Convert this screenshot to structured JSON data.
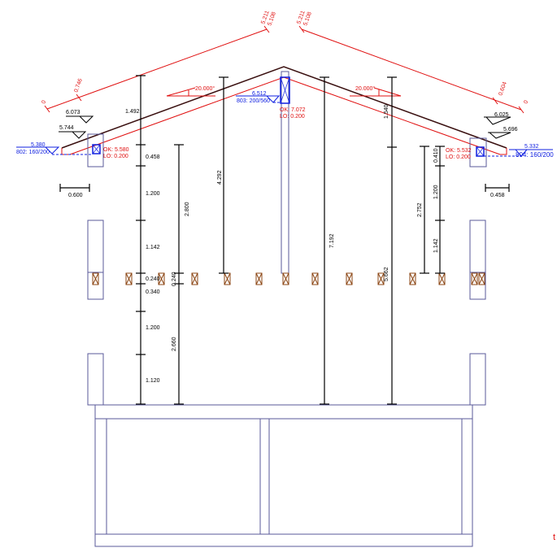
{
  "drawing": {
    "colors": {
      "roof": "#3a1010",
      "dim_red": "#e01010",
      "level_blue": "#1020e0",
      "frame": "#5a5a9a",
      "member": "#8b4513"
    },
    "roof_angle_left": "20.000°",
    "roof_angle_right": "20.000°",
    "top_dims_left": {
      "zero": "0",
      "a": "0.746",
      "b": "5.211",
      "c": "5.108"
    },
    "top_dims_right": {
      "zero": "0",
      "a": "0.604",
      "b": "5.211",
      "c": "5.108"
    },
    "levels": {
      "l1": "6.073",
      "l2": "5.744",
      "l3": "5.380",
      "l3_tag": "802: 160/200",
      "c1": "6.512",
      "c1_tag": "803: 200/560",
      "r1": "6.025",
      "r2": "5.696",
      "r3": "5.332",
      "r3_tag": "804: 160/200"
    },
    "supports": {
      "left": {
        "ok": "OK: 5.580",
        "lo": "LO: 0.200"
      },
      "center": {
        "ok": "OK: 7.072",
        "lo": "LO: 0.200"
      },
      "right": {
        "ok": "OK: 5.532",
        "lo": "LO: 0.200"
      }
    },
    "left_chain": [
      "1.492",
      "0.458",
      "1.200",
      "1.142",
      "0.240",
      "0.340",
      "1.200",
      "1.120"
    ],
    "dims": {
      "d2800": "2.800",
      "d0240": "0.240",
      "d2660": "2.660",
      "d4292": "4.292",
      "d7192": "7.192",
      "d1540": "1.540",
      "d5662": "5.662",
      "d2752": "2.752",
      "r0410": "0.410",
      "r1200": "1.200",
      "r1142": "1.142",
      "eave_left": "0.600",
      "eave_right": "0.458"
    },
    "corner_mark": "t"
  }
}
